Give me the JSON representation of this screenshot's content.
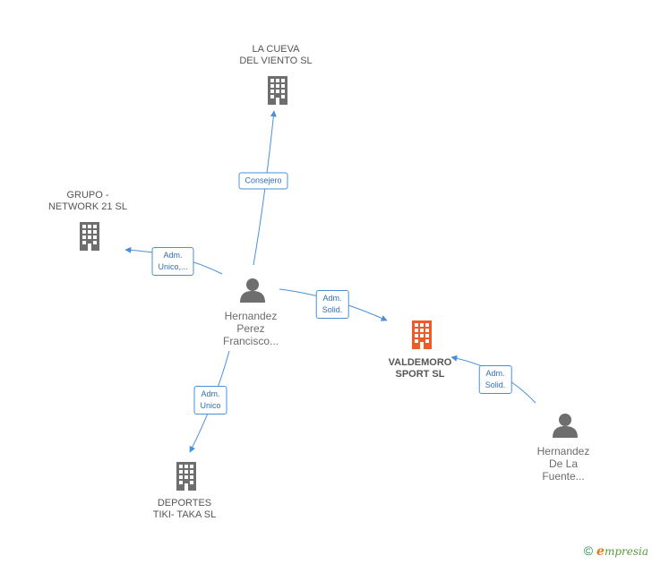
{
  "nodes": {
    "la_cueva": {
      "lines": [
        "LA CUEVA",
        "DEL VIENTO SL"
      ],
      "type": "company"
    },
    "grupo": {
      "lines": [
        "GRUPO -",
        "NETWORK 21 SL"
      ],
      "type": "company"
    },
    "hernandez_perez": {
      "lines": [
        "Hernandez",
        "Perez",
        "Francisco..."
      ],
      "type": "person"
    },
    "valdemoro": {
      "lines": [
        "VALDEMORO",
        "SPORT SL"
      ],
      "type": "company-main"
    },
    "deportes": {
      "lines": [
        "DEPORTES",
        "TIKI- TAKA SL"
      ],
      "type": "company"
    },
    "hernandez_fuente": {
      "lines": [
        "Hernandez",
        "De La",
        "Fuente..."
      ],
      "type": "person"
    }
  },
  "edges": {
    "consejero": {
      "lines": [
        "Consejero"
      ]
    },
    "adm_unico_grupo": {
      "lines": [
        "Adm.",
        "Unico,..."
      ]
    },
    "adm_solid_1": {
      "lines": [
        "Adm.",
        "Solid."
      ]
    },
    "adm_unico_deportes": {
      "lines": [
        "Adm.",
        "Unico"
      ]
    },
    "adm_solid_2": {
      "lines": [
        "Adm.",
        "Solid."
      ]
    }
  },
  "footer": {
    "copyright": "©",
    "brand_e": "e",
    "brand_rest": "mpresia"
  },
  "colors": {
    "company_icon": "#6e6e6e",
    "main_company_icon": "#f05a28",
    "person_icon": "#6e6e6e",
    "edge": "#4a90d9"
  },
  "icons": {
    "company": "building-icon",
    "person": "person-icon"
  }
}
